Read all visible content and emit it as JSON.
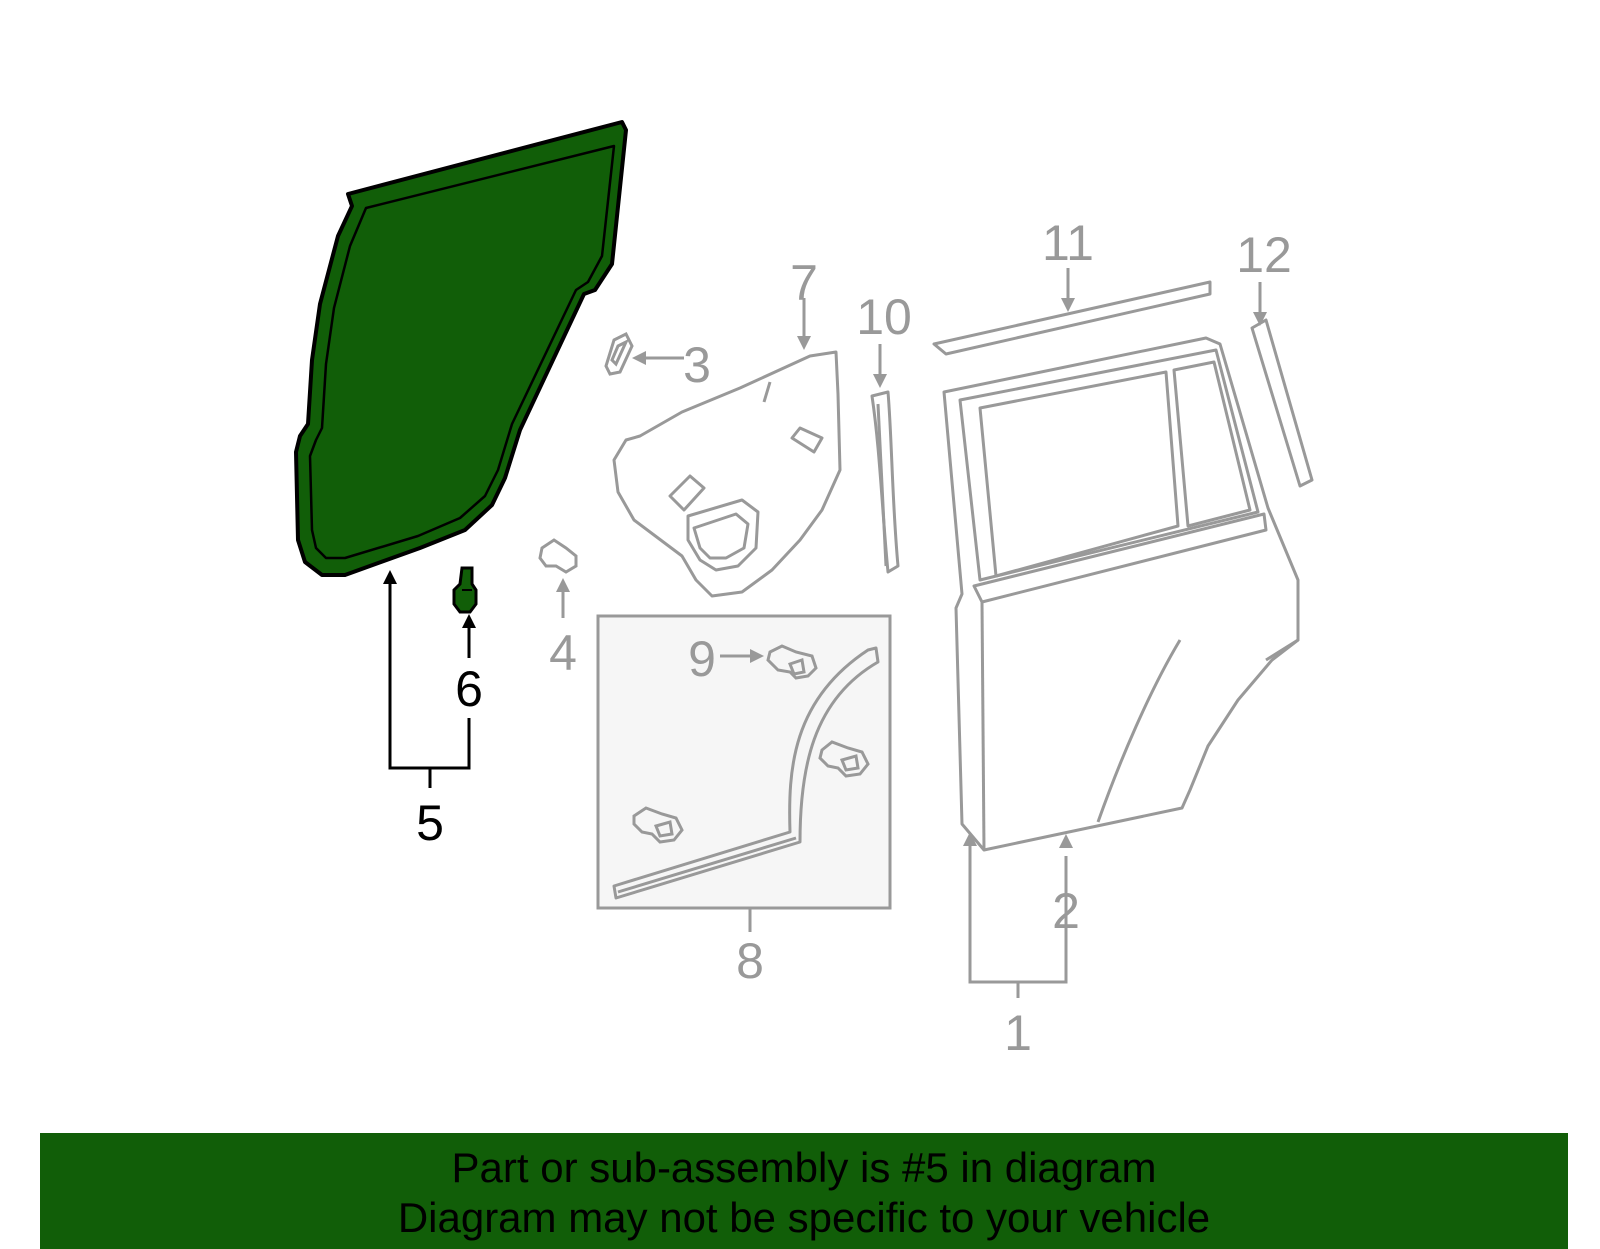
{
  "callouts": {
    "c1": "1",
    "c2": "2",
    "c3": "3",
    "c4": "4",
    "c5": "5",
    "c6": "6",
    "c7": "7",
    "c8": "8",
    "c9": "9",
    "c10": "10",
    "c11": "11",
    "c12": "12"
  },
  "highlighted_part": "5",
  "colors": {
    "highlight": "#115e08",
    "outline_gray": "#999999",
    "footer_bg": "#115e08"
  },
  "footer": {
    "line1": "Part or sub-assembly is #5 in diagram",
    "line2": "Diagram may not be specific to your vehicle"
  }
}
